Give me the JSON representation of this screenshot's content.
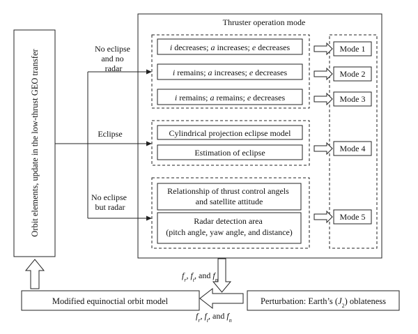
{
  "left_box": {
    "text": "Orbit elements, update in the low-thrust GEO transfer"
  },
  "main_box": {
    "title": "Thruster operation mode"
  },
  "branches": [
    {
      "lines": [
        "No eclipse",
        "and no",
        "radar"
      ]
    },
    {
      "lines": [
        "Eclipse"
      ]
    },
    {
      "lines": [
        "No eclipse",
        "but radar"
      ]
    }
  ],
  "group1": [
    [
      {
        "t": "i",
        "it": true
      },
      {
        "t": " decreases; "
      },
      {
        "t": "a",
        "it": true
      },
      {
        "t": " increases; "
      },
      {
        "t": "e",
        "it": true
      },
      {
        "t": " decreases"
      }
    ],
    [
      {
        "t": "i",
        "it": true
      },
      {
        "t": " remains; "
      },
      {
        "t": "a",
        "it": true
      },
      {
        "t": " increases; "
      },
      {
        "t": "e",
        "it": true
      },
      {
        "t": " decreases"
      }
    ],
    [
      {
        "t": "i",
        "it": true
      },
      {
        "t": " remains; "
      },
      {
        "t": "a",
        "it": true
      },
      {
        "t": " remains; "
      },
      {
        "t": "e",
        "it": true
      },
      {
        "t": " decreases"
      }
    ]
  ],
  "group2": [
    {
      "lines": [
        "Cylindrical projection eclipse model"
      ]
    },
    {
      "lines": [
        "Estimation of eclipse"
      ]
    }
  ],
  "group3": [
    {
      "lines": [
        "Relationship of thrust control angels",
        "and satellite attitude"
      ]
    },
    {
      "lines": [
        "Radar detection area",
        "(pitch angle, yaw angle, and distance)"
      ]
    }
  ],
  "modes": [
    "Mode 1",
    "Mode 2",
    "Mode 3",
    "Mode 4",
    "Mode 5"
  ],
  "force_label_top": [
    {
      "t": "f",
      "it": true
    },
    {
      "t": "r",
      "it": true,
      "sub": true
    },
    {
      "t": ", "
    },
    {
      "t": "f",
      "it": true
    },
    {
      "t": "t",
      "it": true,
      "sub": true
    },
    {
      "t": ", and "
    },
    {
      "t": "f",
      "it": true
    },
    {
      "t": "n",
      "it": true,
      "sub": true
    }
  ],
  "force_label_bottom": [
    {
      "t": "f",
      "it": true
    },
    {
      "t": "r",
      "it": true,
      "sub": true
    },
    {
      "t": ", "
    },
    {
      "t": "f",
      "it": true
    },
    {
      "t": "t",
      "it": true,
      "sub": true
    },
    {
      "t": ", and "
    },
    {
      "t": "f",
      "it": true
    },
    {
      "t": "n",
      "it": true,
      "sub": true
    }
  ],
  "model_box": {
    "text": "Modified equinoctial orbit model"
  },
  "perturbation_box": [
    {
      "t": "Perturbation: Earth’s ("
    },
    {
      "t": "J",
      "it": true
    },
    {
      "t": "2",
      "sub": true
    },
    {
      "t": ") oblateness"
    }
  ]
}
